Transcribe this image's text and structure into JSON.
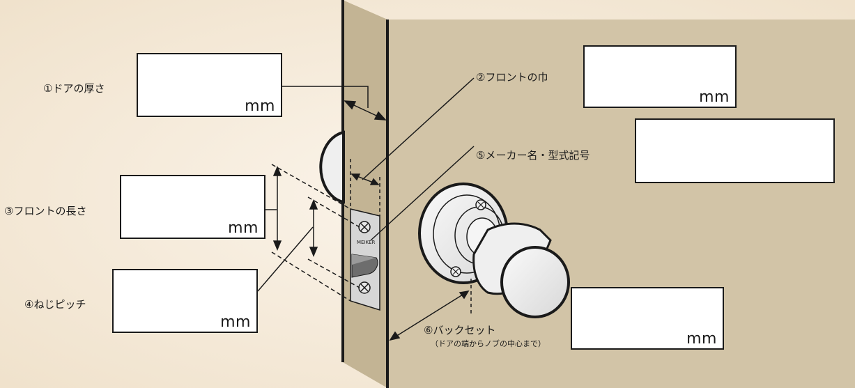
{
  "colors": {
    "background": "#f7ecdc",
    "door_face": "#d2c4a7",
    "door_edge": "#c0b191",
    "line": "#1a1a1a",
    "box_fill": "#ffffff",
    "knob_fill": "#efefef"
  },
  "labels": {
    "door_thickness": "①ドアの厚さ",
    "front_width": "②フロントの巾",
    "front_length": "③フロントの長さ",
    "screw_pitch": "④ねじピッチ",
    "maker_model": "⑤メーカー名・型式記号",
    "backset": "⑥バックセット",
    "backset_note": "（ドアの端からノブの中心まで）"
  },
  "plate_brand": "MEIKER",
  "boxes": {
    "door_thickness_unit": "mm",
    "front_width_unit": "mm",
    "front_length_unit": "mm",
    "screw_pitch_unit": "mm",
    "backset_unit": "mm",
    "maker_model_unit": ""
  },
  "icons": [
    "screw-icon",
    "door-knob-icon",
    "latch-bolt-icon"
  ]
}
